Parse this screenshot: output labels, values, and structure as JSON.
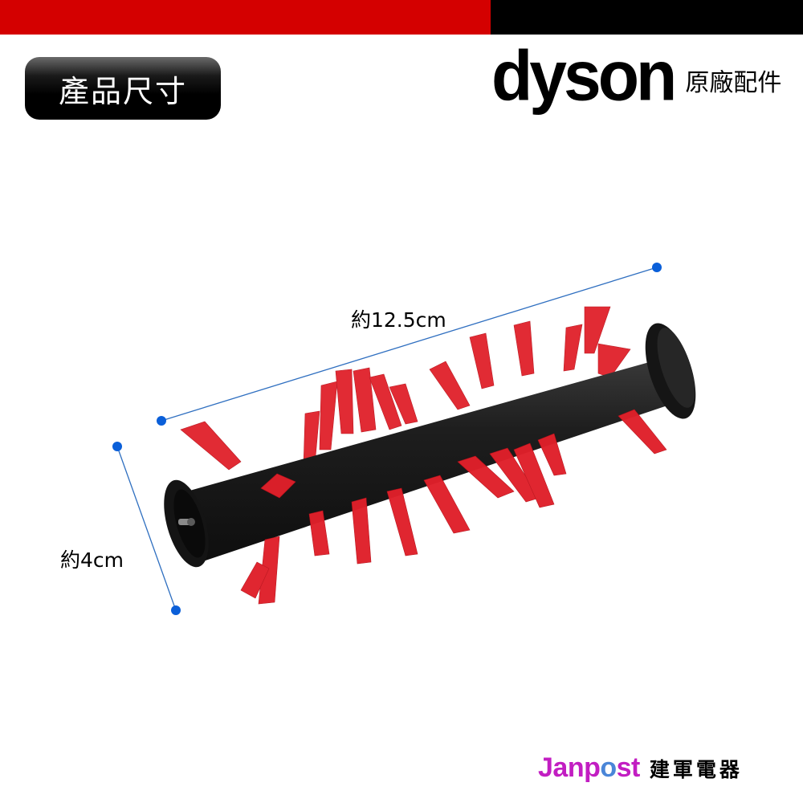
{
  "header": {
    "bar_colors": {
      "left": "#d40000",
      "right": "#000000"
    },
    "badge_label": "產品尺寸"
  },
  "brand": {
    "logo_text": "dyson",
    "subtitle": "原廠配件"
  },
  "dimensions": {
    "length_label": "約12.5cm",
    "diameter_label": "約4cm",
    "marker_color": "#0a5fd9"
  },
  "product": {
    "name": "brush-roller",
    "body_color": "#1c1c1c",
    "bristle_color": "#e0202a"
  },
  "footer": {
    "brand_parts": [
      {
        "text": "Janp",
        "color": "#c21ec2"
      },
      {
        "text": "o",
        "color": "#4a86d8"
      },
      {
        "text": "st",
        "color": "#c21ec2"
      }
    ],
    "company_name": "建軍電器"
  }
}
